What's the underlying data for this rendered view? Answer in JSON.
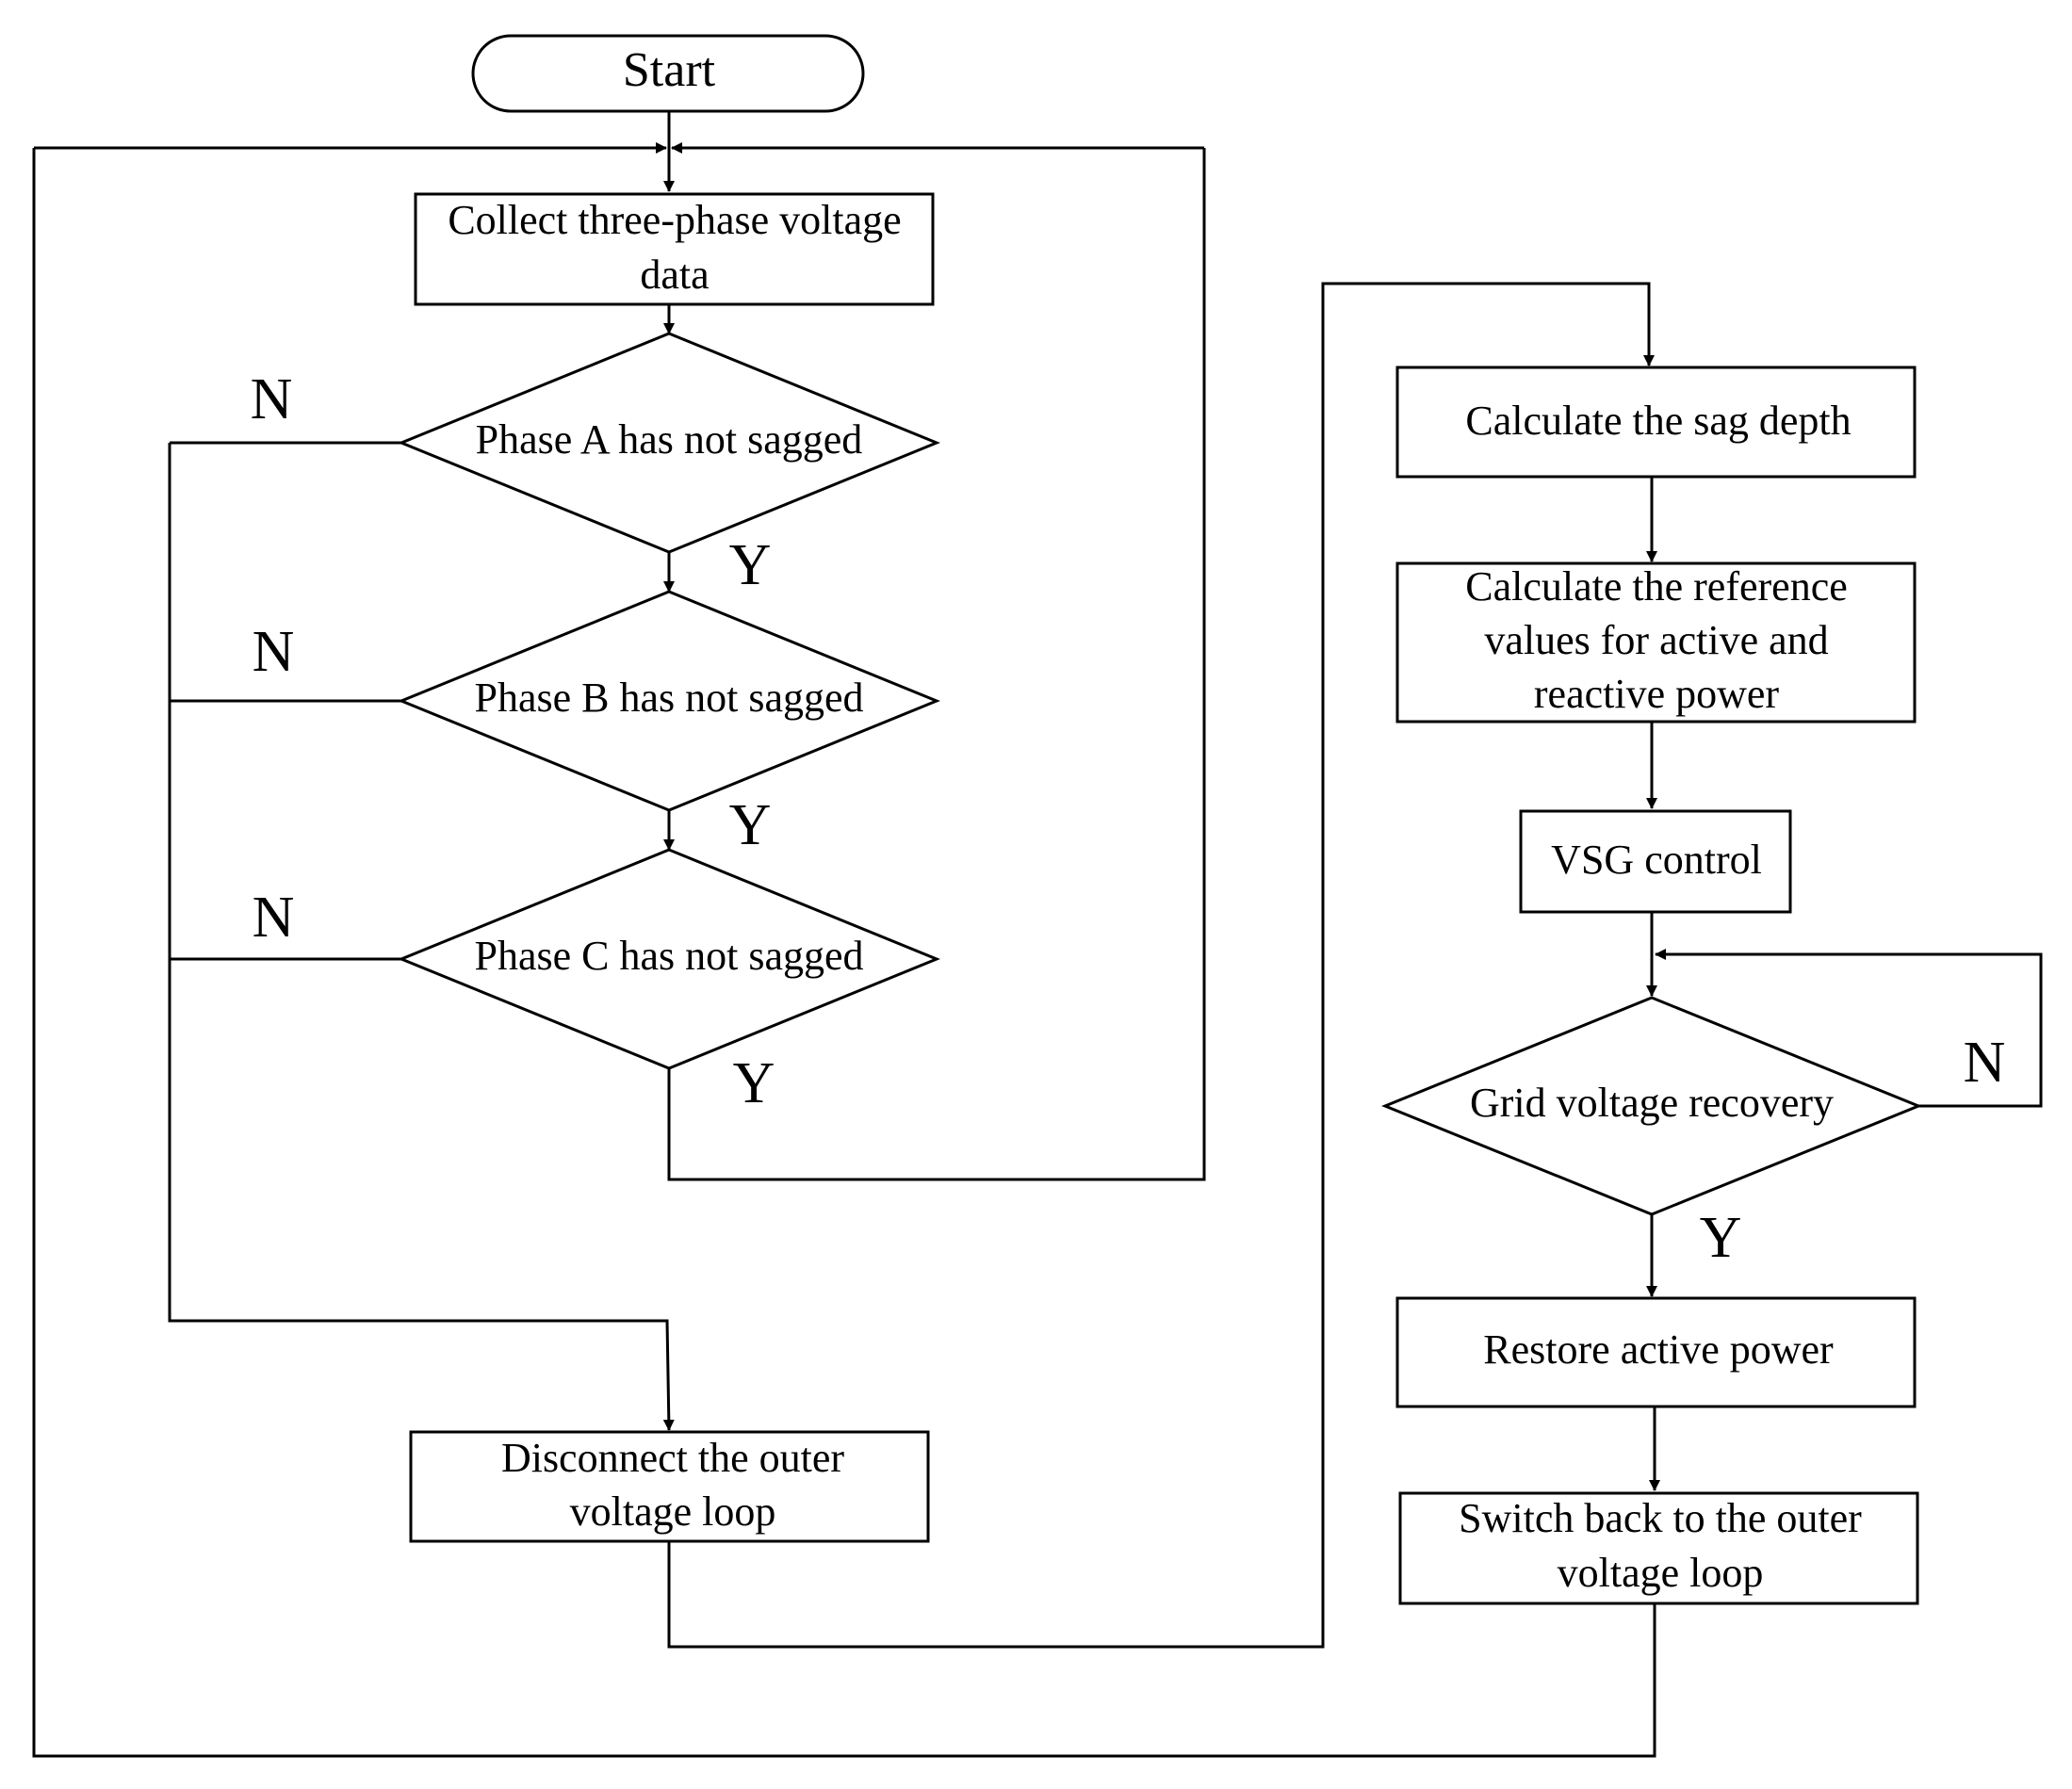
{
  "flowchart": {
    "start": "Start",
    "collect": [
      "Collect three-phase voltage",
      "data"
    ],
    "phase_a": "Phase A has not sagged",
    "phase_b": "Phase B has not sagged",
    "phase_c": "Phase C has not sagged",
    "disconnect": [
      "Disconnect the outer",
      "voltage loop"
    ],
    "sag_depth": "Calculate the sag depth",
    "reference": [
      "Calculate the reference",
      "values for active and",
      "reactive power"
    ],
    "vsg": "VSG control",
    "grid_recovery": "Grid voltage recovery",
    "restore": "Restore active power",
    "switch_back": [
      "Switch back to the outer",
      "voltage loop"
    ],
    "yes": "Y",
    "no": "N"
  }
}
